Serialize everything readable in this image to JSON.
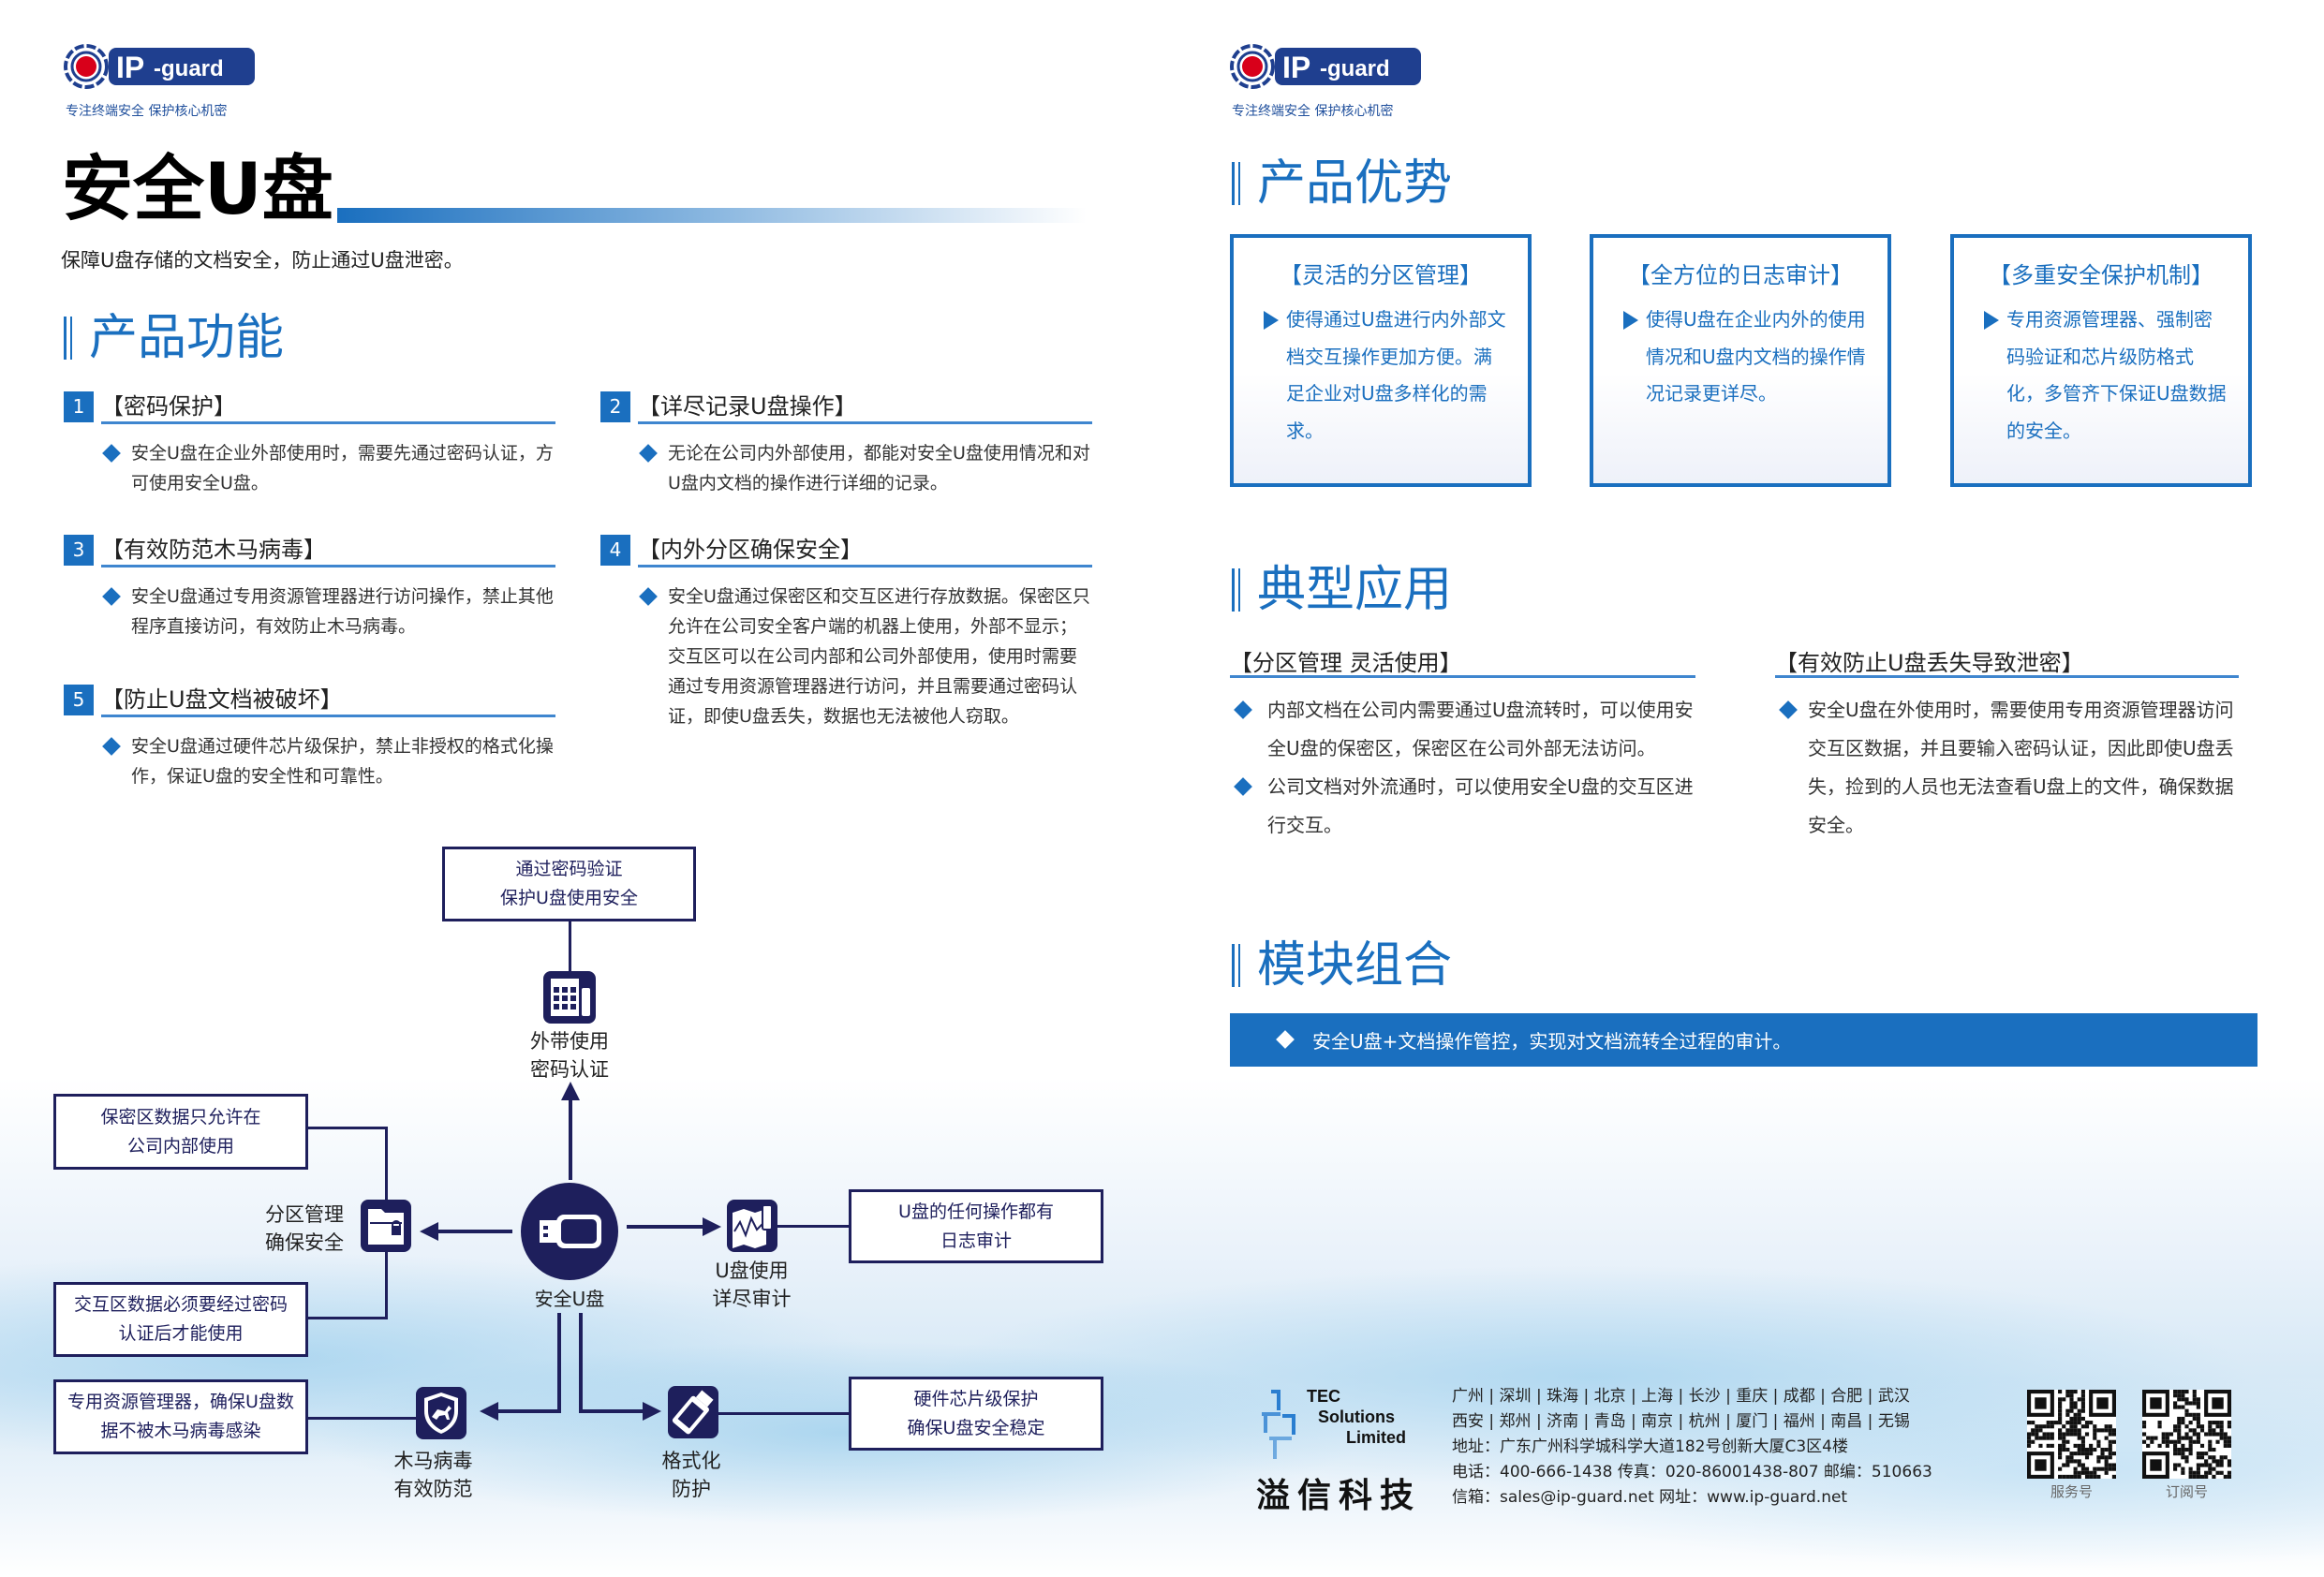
{
  "brand": {
    "logo_text": "IP-guard",
    "tagline": "专注终端安全 保护核心机密"
  },
  "left": {
    "title": "安全U盘",
    "subtitle": "保障U盘存储的文档安全，防止通过U盘泄密。",
    "section": "产品功能",
    "features": [
      {
        "num": "1",
        "title": "【密码保护】",
        "body": "安全U盘在企业外部使用时，需要先通过密码认证，方可使用安全U盘。"
      },
      {
        "num": "2",
        "title": "【详尽记录U盘操作】",
        "body": "无论在公司内外部使用，都能对安全U盘使用情况和对U盘内文档的操作进行详细的记录。"
      },
      {
        "num": "3",
        "title": "【有效防范木马病毒】",
        "body": "安全U盘通过专用资源管理器进行访问操作，禁止其他程序直接访问，有效防止木马病毒。"
      },
      {
        "num": "4",
        "title": "【内外分区确保安全】",
        "body": "安全U盘通过保密区和交互区进行存放数据。保密区只允许在公司安全客户端的机器上使用，外部不显示；交互区可以在公司内部和公司外部使用，使用时需要通过专用资源管理器进行访问，并且需要通过密码认证，即使U盘丢失，数据也无法被他人窃取。"
      },
      {
        "num": "5",
        "title": "【防止U盘文档被破坏】",
        "body": "安全U盘通过硬件芯片级保护，禁止非授权的格式化操作，保证U盘的安全性和可靠性。"
      }
    ],
    "diagram": {
      "center": "安全U盘",
      "top_box": [
        "通过密码验证",
        "保护U盘使用安全"
      ],
      "top_label": [
        "外带使用",
        "密码认证"
      ],
      "left_label": [
        "分区管理",
        "确保安全"
      ],
      "left_box1": [
        "保密区数据只允许在",
        "公司内部使用"
      ],
      "left_box2": [
        "交互区数据必须要经过密码",
        "认证后才能使用"
      ],
      "left_box3": [
        "专用资源管理器，确保U盘数",
        "据不被木马病毒感染"
      ],
      "right_label": [
        "U盘使用",
        "详尽审计"
      ],
      "right_box1": [
        "U盘的任何操作都有",
        "日志审计"
      ],
      "bottom_left_label": [
        "木马病毒",
        "有效防范"
      ],
      "bottom_right_label": [
        "格式化",
        "防护"
      ],
      "right_box2": [
        "硬件芯片级保护",
        "确保U盘安全稳定"
      ]
    }
  },
  "right": {
    "advantages_title": "产品优势",
    "cards": [
      {
        "title": "【灵活的分区管理】",
        "body": "使得通过U盘进行内外部文档交互操作更加方便。满足企业对U盘多样化的需求。"
      },
      {
        "title": "【全方位的日志审计】",
        "body": "使得U盘在企业内外的使用情况和U盘内文档的操作情况记录更详尽。"
      },
      {
        "title": "【多重安全保护机制】",
        "body": "专用资源管理器、强制密码验证和芯片级防格式化，多管齐下保证U盘数据的安全。"
      }
    ],
    "apps_title": "典型应用",
    "apps": [
      {
        "title": "【分区管理 灵活使用】",
        "bullets": [
          "内部文档在公司内需要通过U盘流转时，可以使用安全U盘的保密区，保密区在公司外部无法访问。",
          "公司文档对外流通时，可以使用安全U盘的交互区进行交互。"
        ]
      },
      {
        "title": "【有效防止U盘丢失导致泄密】",
        "bullets": [
          "安全U盘在外使用时，需要使用专用资源管理器访问交互区数据，并且要输入密码认证，因此即使U盘丢失，捡到的人员也无法查看U盘上的文件，确保数据安全。"
        ]
      }
    ],
    "module_title": "模块组合",
    "module_text": "安全U盘+文档操作管控，实现对文档流转全过程的审计。",
    "footer": {
      "company_en": [
        "TEC",
        "Solutions",
        "Limited"
      ],
      "company_cn": "溢信科技",
      "cities1": "广州 | 深圳 | 珠海 | 北京 | 上海 | 长沙 | 重庆 | 成都 | 合肥 | 武汉",
      "cities2": "西安 | 郑州 | 济南 | 青岛 | 南京 | 杭州 | 厦门 | 福州 | 南昌 | 无锡",
      "address": "地址：广东广州科学城科学大道182号创新大厦C3区4楼",
      "phone": "电话：400-666-1438  传真：020-86001438-807  邮编：510663",
      "email": "信箱：sales@ip-guard.net  网址：www.ip-guard.net",
      "qr1": "服务号",
      "qr2": "订阅号"
    }
  },
  "colors": {
    "accent": "#1a6fbf",
    "navy": "#1e1f5c"
  }
}
